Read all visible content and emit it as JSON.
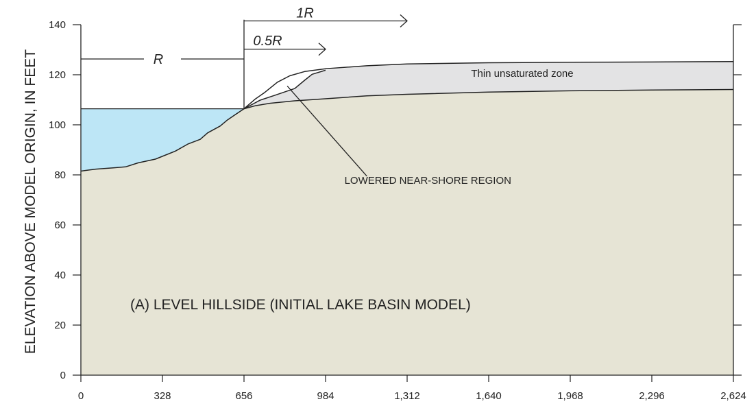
{
  "chart_data": {
    "type": "area",
    "title": "(A) LEVEL HILLSIDE (INITIAL LAKE BASIN MODEL)",
    "ylabel": "ELEVATION ABOVE MODEL ORIGIN, IN FEET",
    "xlabel": "",
    "xlim": [
      0,
      2624
    ],
    "ylim": [
      0,
      140
    ],
    "x_ticks": [
      "0",
      "328",
      "656",
      "984",
      "1,312",
      "1,640",
      "1,968",
      "2,296",
      "2,624"
    ],
    "y_ticks": [
      "0",
      "20",
      "40",
      "60",
      "80",
      "100",
      "120",
      "140"
    ],
    "colors": {
      "lake": "#bde6f6",
      "ground": "#e6e4d5",
      "unsaturated_zone": "#e3e3e4",
      "line": "#222222"
    },
    "lake_level": 106.4,
    "lake_bottom": [
      [
        0,
        81.5
      ],
      [
        60,
        82.3
      ],
      [
        130,
        82.8
      ],
      [
        180,
        83.2
      ],
      [
        230,
        84.8
      ],
      [
        300,
        86.3
      ],
      [
        380,
        89.5
      ],
      [
        430,
        92.3
      ],
      [
        480,
        94.2
      ],
      [
        510,
        96.8
      ],
      [
        560,
        99.5
      ],
      [
        590,
        102.0
      ],
      [
        620,
        104.0
      ],
      [
        656,
        106.4
      ]
    ],
    "water_table": [
      [
        656,
        106.4
      ],
      [
        700,
        107.6
      ],
      [
        760,
        108.6
      ],
      [
        860,
        109.6
      ],
      [
        984,
        110.4
      ],
      [
        1150,
        111.6
      ],
      [
        1312,
        112.2
      ],
      [
        1640,
        113.1
      ],
      [
        1968,
        113.6
      ],
      [
        2296,
        113.9
      ],
      [
        2624,
        114.1
      ]
    ],
    "land_surface": [
      [
        656,
        106.4
      ],
      [
        700,
        110.2
      ],
      [
        740,
        113.0
      ],
      [
        790,
        117.0
      ],
      [
        840,
        119.6
      ],
      [
        900,
        121.3
      ],
      [
        984,
        122.4
      ],
      [
        1150,
        123.6
      ],
      [
        1312,
        124.3
      ],
      [
        1640,
        124.8
      ],
      [
        1968,
        125.0
      ],
      [
        2296,
        125.1
      ],
      [
        2624,
        125.3
      ]
    ],
    "lowered_surface": [
      [
        656,
        106.4
      ],
      [
        720,
        109.8
      ],
      [
        780,
        111.8
      ],
      [
        860,
        114.5
      ],
      [
        900,
        117.8
      ],
      [
        930,
        120.2
      ],
      [
        984,
        121.8
      ]
    ],
    "R_markers": [
      {
        "label": "R",
        "x_start": 0,
        "x_end": 656,
        "y": 126.3
      },
      {
        "label": "0.5R",
        "x_start": 656,
        "x_end": 984,
        "y": 130.2
      },
      {
        "label": "1R",
        "x_start": 656,
        "x_end": 1312,
        "y": 141.5
      }
    ],
    "annotations": [
      {
        "text": "Thin unsaturated zone",
        "x": 1775,
        "y": 119.2
      },
      {
        "text": "LOWERED NEAR-SHORE REGION",
        "x": 1175,
        "y": 76.5,
        "leader_from": [
          1150,
          79.5
        ],
        "leader_to": [
          830,
          115.5
        ]
      }
    ]
  }
}
